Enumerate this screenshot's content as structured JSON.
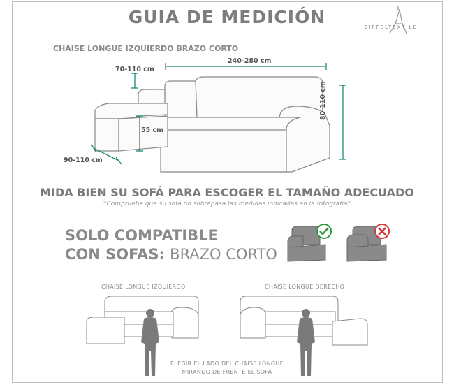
{
  "title": "GUIA DE MEDICIÓN",
  "brand": {
    "name": "EIFFELTEXTILE",
    "logo_icon": "eiffel-tower-icon"
  },
  "subtitle": "CHAISE LONGUE IZQUIERDO BRAZO CORTO",
  "dimensions": {
    "top_width": "240-280 cm",
    "arm_depth": "70-110 cm",
    "seat_height": "55 cm",
    "chaise_width": "90-110 cm",
    "side_height": "80-110 cm"
  },
  "headline": "MIDA BIEN SU SOFÁ PARA ESCOGER EL TAMAÑO ADECUADO",
  "note": "*Comprueba que su sofá no sobrepasa las medidas indicadas en la fotografía*",
  "compat": {
    "line1": "SOLO COMPATIBLE",
    "line2_bold": "CON SOFAS:",
    "line2_thin": "BRAZO CORTO"
  },
  "compat_icons": {
    "yes": "check-icon",
    "no": "cross-icon",
    "yes_color": "#2e9b3e",
    "no_color": "#d33a3a"
  },
  "sides": {
    "left": "CHAISE LONGUE IZQUIERDO",
    "right": "CHAISE LONGUE DERECHO"
  },
  "footer": {
    "line1": "ELEGIR EL LADO DEL CHAISE LONGUE",
    "line2": "MIRANDO DE FRENTE EL SOFÁ"
  },
  "colors": {
    "arrow": "#1a8a7a",
    "text": "#7d7d7d"
  }
}
